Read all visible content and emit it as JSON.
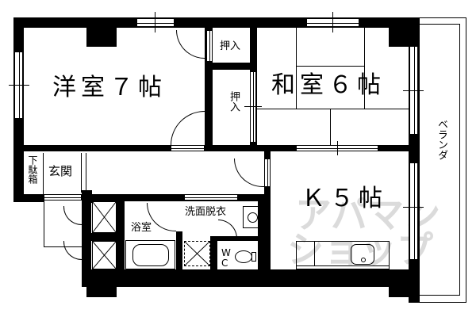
{
  "floorplan": {
    "rooms": {
      "western_room": {
        "label": "洋室７帖"
      },
      "japanese_room": {
        "label": "和室６帖"
      },
      "kitchen": {
        "label": "Ｋ５帖"
      },
      "closet_upper": {
        "label": "押入"
      },
      "closet_lower": {
        "label": "押入"
      },
      "balcony": {
        "label": "ベランダ"
      },
      "entrance": {
        "label": "玄関"
      },
      "shoe_box": {
        "label": "下駄箱"
      },
      "bathroom": {
        "label": "浴室"
      },
      "washroom": {
        "label": "洗面脱衣"
      },
      "toilet": {
        "label": "WC"
      }
    },
    "watermark": {
      "line1": "アパマン",
      "line2": "ショップ"
    },
    "colors": {
      "wall": "#000000",
      "background": "#ffffff",
      "watermark": "#d8d8d8"
    }
  }
}
